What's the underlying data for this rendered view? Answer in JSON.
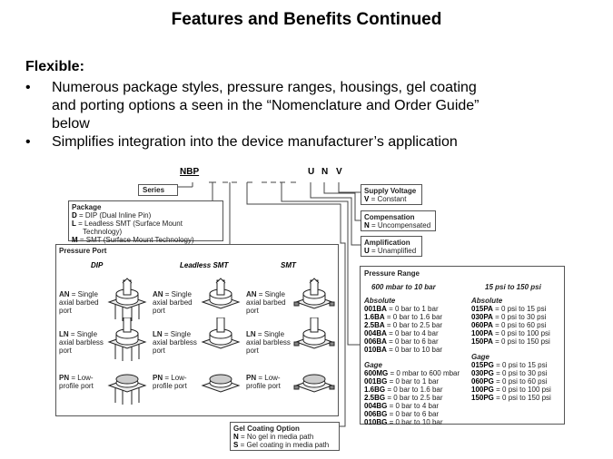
{
  "title": "Features and Benefits Continued",
  "heading": "Flexible:",
  "bullets": [
    {
      "symbol": "•",
      "lines": [
        "Numerous package styles, pressure ranges, housings, gel coating",
        "and porting options a seen in the “Nomenclature and Order Guide”",
        "below"
      ]
    },
    {
      "symbol": "•",
      "lines": [
        "Simplifies integration into the device manufacturer’s application"
      ]
    }
  ],
  "diagram": {
    "prefix": "NBP",
    "suffix": [
      "U",
      "N",
      "V"
    ],
    "series": "Series",
    "package": {
      "title": "Package",
      "items": [
        {
          "code": "D",
          "desc": " = DIP (Dual Inline Pin)"
        },
        {
          "code": "L",
          "desc": " = Leadless SMT (Surface Mount"
        },
        {
          "code": "",
          "desc": "Technology)"
        },
        {
          "code": "M",
          "desc": " = SMT (Surface Mount Technology)"
        }
      ]
    },
    "supply": {
      "title": "Supply Voltage",
      "code": "V",
      "desc": " = Constant"
    },
    "compensation": {
      "title": "Compensation",
      "code": "N",
      "desc": " = Uncompensated"
    },
    "amplification": {
      "title": "Amplification",
      "code": "U",
      "desc": " = Unamplified"
    },
    "port": {
      "title": "Pressure Port",
      "columns": [
        "DIP",
        "Leadless SMT",
        "SMT"
      ],
      "rows": [
        {
          "code": "AN",
          "desc": " = Single axial barbed port"
        },
        {
          "code": "LN",
          "desc": " = Single axial barbless port"
        },
        {
          "code": "PN",
          "desc": " = Low-profile port"
        }
      ]
    },
    "gel": {
      "title": "Gel Coating Option",
      "items": [
        {
          "code": "N",
          "desc": " = No gel in media path"
        },
        {
          "code": "S",
          "desc": " = Gel coating in media path"
        }
      ]
    },
    "range": {
      "title": "Pressure Range",
      "left_head": "600 mbar to 10 bar",
      "right_head": "15 psi to 150 psi",
      "left": [
        {
          "group": "Absolute",
          "items": [
            [
              "001BA",
              " = 0 bar to 1 bar"
            ],
            [
              "1.6BA",
              " = 0 bar to 1.6 bar"
            ],
            [
              "2.5BA",
              " = 0 bar to 2.5 bar"
            ],
            [
              "004BA",
              " = 0 bar to 4 bar"
            ],
            [
              "006BA",
              " = 0 bar to 6 bar"
            ],
            [
              "010BA",
              " = 0 bar to 10 bar"
            ]
          ]
        },
        {
          "group": "Gage",
          "items": [
            [
              "600MG",
              " = 0 mbar to 600 mbar"
            ],
            [
              "001BG",
              " = 0 bar to 1 bar"
            ],
            [
              "1.6BG",
              " = 0 bar to 1.6 bar"
            ],
            [
              "2.5BG",
              " = 0 bar to 2.5 bar"
            ],
            [
              "004BG",
              " = 0 bar to 4 bar"
            ],
            [
              "006BG",
              " = 0 bar to 6 bar"
            ],
            [
              "010BG",
              " = 0 bar to 10 bar"
            ]
          ]
        }
      ],
      "right": [
        {
          "group": "Absolute",
          "items": [
            [
              "015PA",
              " = 0 psi to 15 psi"
            ],
            [
              "030PA",
              " = 0 psi to 30 psi"
            ],
            [
              "060PA",
              " = 0 psi to 60 psi"
            ],
            [
              "100PA",
              " = 0 psi to 100 psi"
            ],
            [
              "150PA",
              " = 0 psi to 150 psi"
            ]
          ]
        },
        {
          "group": "Gage",
          "items": [
            [
              "015PG",
              " = 0 psi to 15 psi"
            ],
            [
              "030PG",
              " = 0 psi to 30 psi"
            ],
            [
              "060PG",
              " = 0 psi to 60 psi"
            ],
            [
              "100PG",
              " = 0 psi to 100 psi"
            ],
            [
              "150PG",
              " = 0 psi to 150 psi"
            ]
          ]
        }
      ]
    }
  }
}
